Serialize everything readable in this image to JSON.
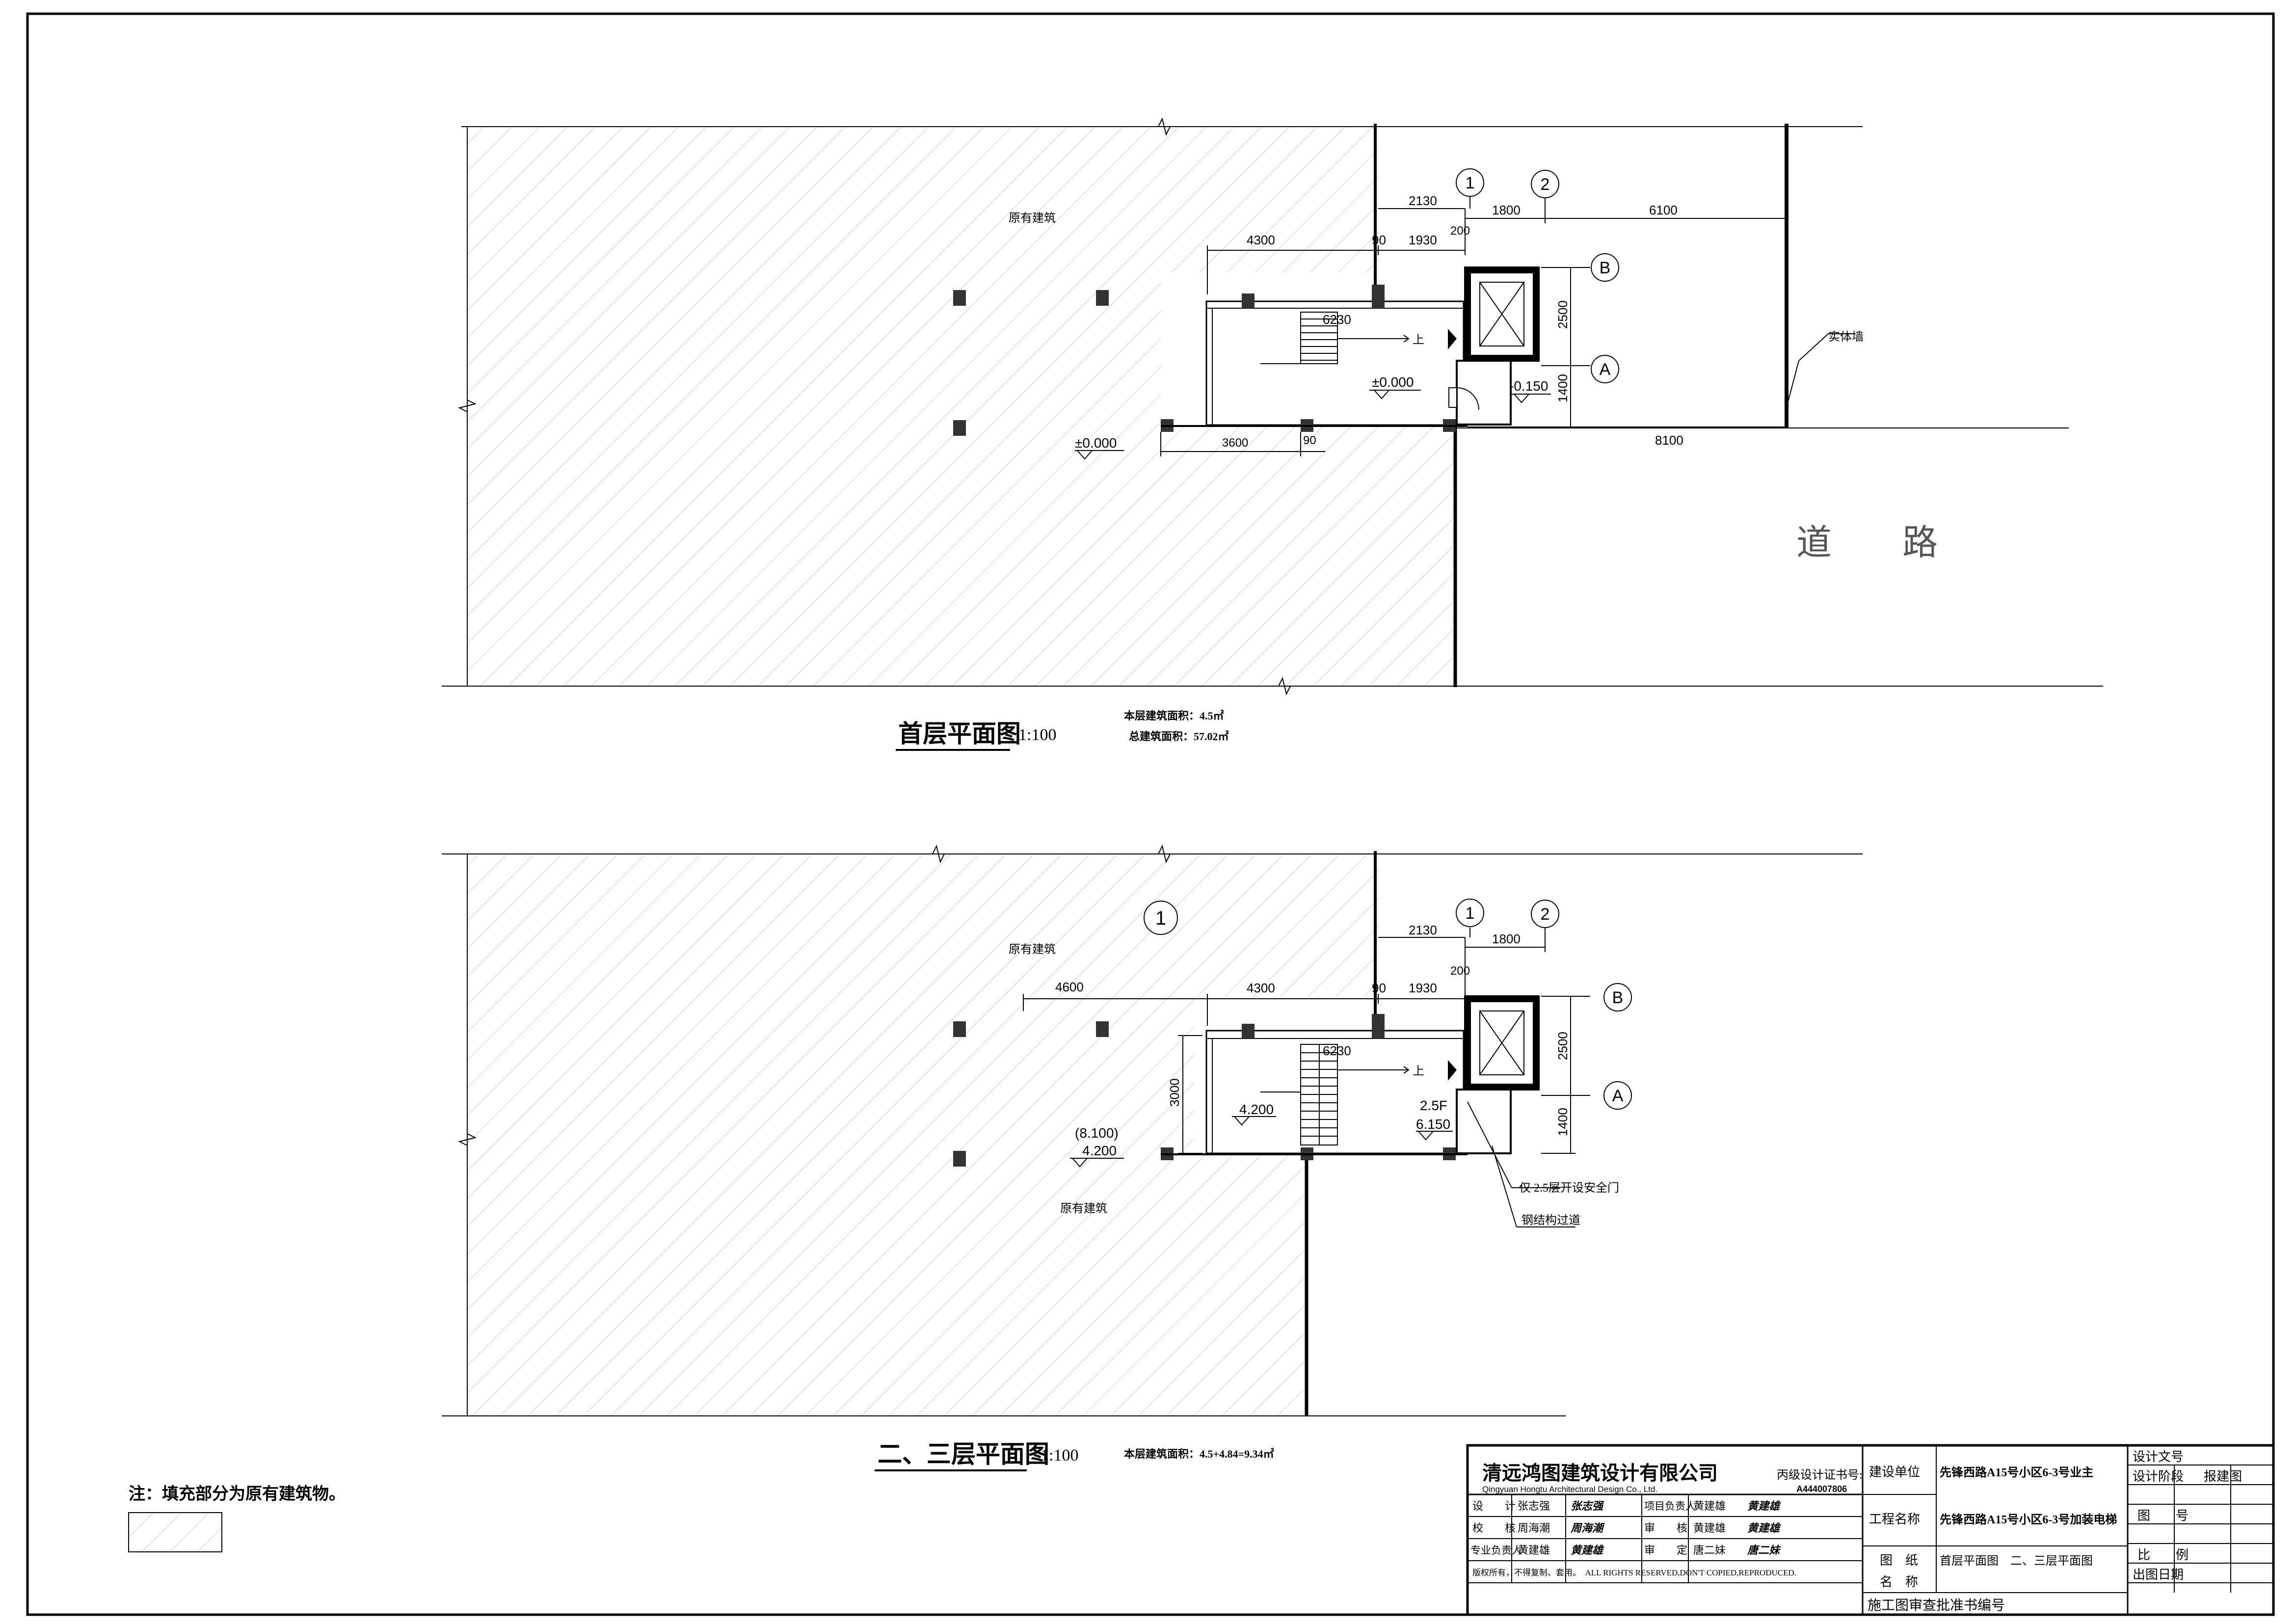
{
  "plan1": {
    "existing_label": "原有建筑",
    "road": "道　　路",
    "entity_wall": "实体墙",
    "title": "首层平面图",
    "scale": "1:100",
    "area_floor": "本层建筑面积：4.5㎡",
    "area_total": "总建筑面积：57.02㎡",
    "dims": {
      "d2130": "2130",
      "d1800": "1800",
      "d6100": "6100",
      "d4300": "4300",
      "d90a": "90",
      "d1930": "1930",
      "d200": "200",
      "d2500": "2500",
      "d1400": "1400",
      "d3600": "3600",
      "d90b": "90",
      "d8100": "8100",
      "d6230": "6230"
    },
    "levels": {
      "l0a": "±0.000",
      "l0b": "±0.000",
      "lm": "-0.150"
    },
    "axes": {
      "a1": "1",
      "a2": "2",
      "aB": "B",
      "aA": "A"
    },
    "up": "上"
  },
  "plan2": {
    "existing_label_top": "原有建筑",
    "existing_label_bottom": "原有建筑",
    "title": "二、三层平面图",
    "scale": "1:100",
    "area_floor": "本层建筑面积：4.5+4.84=9.34㎡",
    "dims": {
      "d2130": "2130",
      "d1800": "1800",
      "d4600": "4600",
      "d4300": "4300",
      "d90": "90",
      "d1930": "1930",
      "d200": "200",
      "d2500": "2500",
      "d1400": "1400",
      "d3000": "3000",
      "d6230": "6230"
    },
    "levels": {
      "l4200a": "4.200",
      "l8100": "(8.100)",
      "l4200b": "4.200",
      "l25f": "2.5F",
      "l6150": "6.150"
    },
    "axes": {
      "a1big": "1",
      "a1": "1",
      "a2": "2",
      "aB": "B",
      "aA": "A"
    },
    "notes": {
      "safety_door": "仅 2.5层开设安全门",
      "steel_bridge": "钢结构过道"
    },
    "up": "上"
  },
  "legend": {
    "note": "注：填充部分为原有建筑物。"
  },
  "titleblock": {
    "company_cn": "清远鸿图建筑设计有限公司",
    "company_en": "Qingyuan  Hongtu Architectural Design Co., Ltd.",
    "cert_label": "丙级设计证书号:",
    "cert_no": "A444007806",
    "r_design": "设　　计",
    "n_design": "张志强",
    "r_proj": "项目负责人",
    "n_proj": "黄建雄",
    "r_check": "校　　核",
    "n_check": "周海潮",
    "r_review": "审　　核",
    "n_review": "黄建雄",
    "r_spec": "专业负责人",
    "n_spec": "黄建雄",
    "r_approve": "审　　定",
    "n_approve": "唐二妹",
    "copyright": "版权所有，不得复制、套用。　ALL RIGHTS RESERVED,DON'T COPIED,REPRODUCED.",
    "client_label": "建设单位",
    "client": "先锋西路A15号小区6-3号业主",
    "project_label": "工程名称",
    "project": "先锋西路A15号小区6-3号加装电梯",
    "drawing_label_1": "图　纸",
    "drawing_label_2": "名　称",
    "drawing": "首层平面图　二、三层平面图",
    "approval": "施工图审查批准书编号",
    "doc_no": "设计文号",
    "stage": "设计阶段",
    "stage_val": "报建图",
    "sheet_no": "图　　号",
    "scale_label": "比　　例",
    "date_label": "出图日期"
  }
}
